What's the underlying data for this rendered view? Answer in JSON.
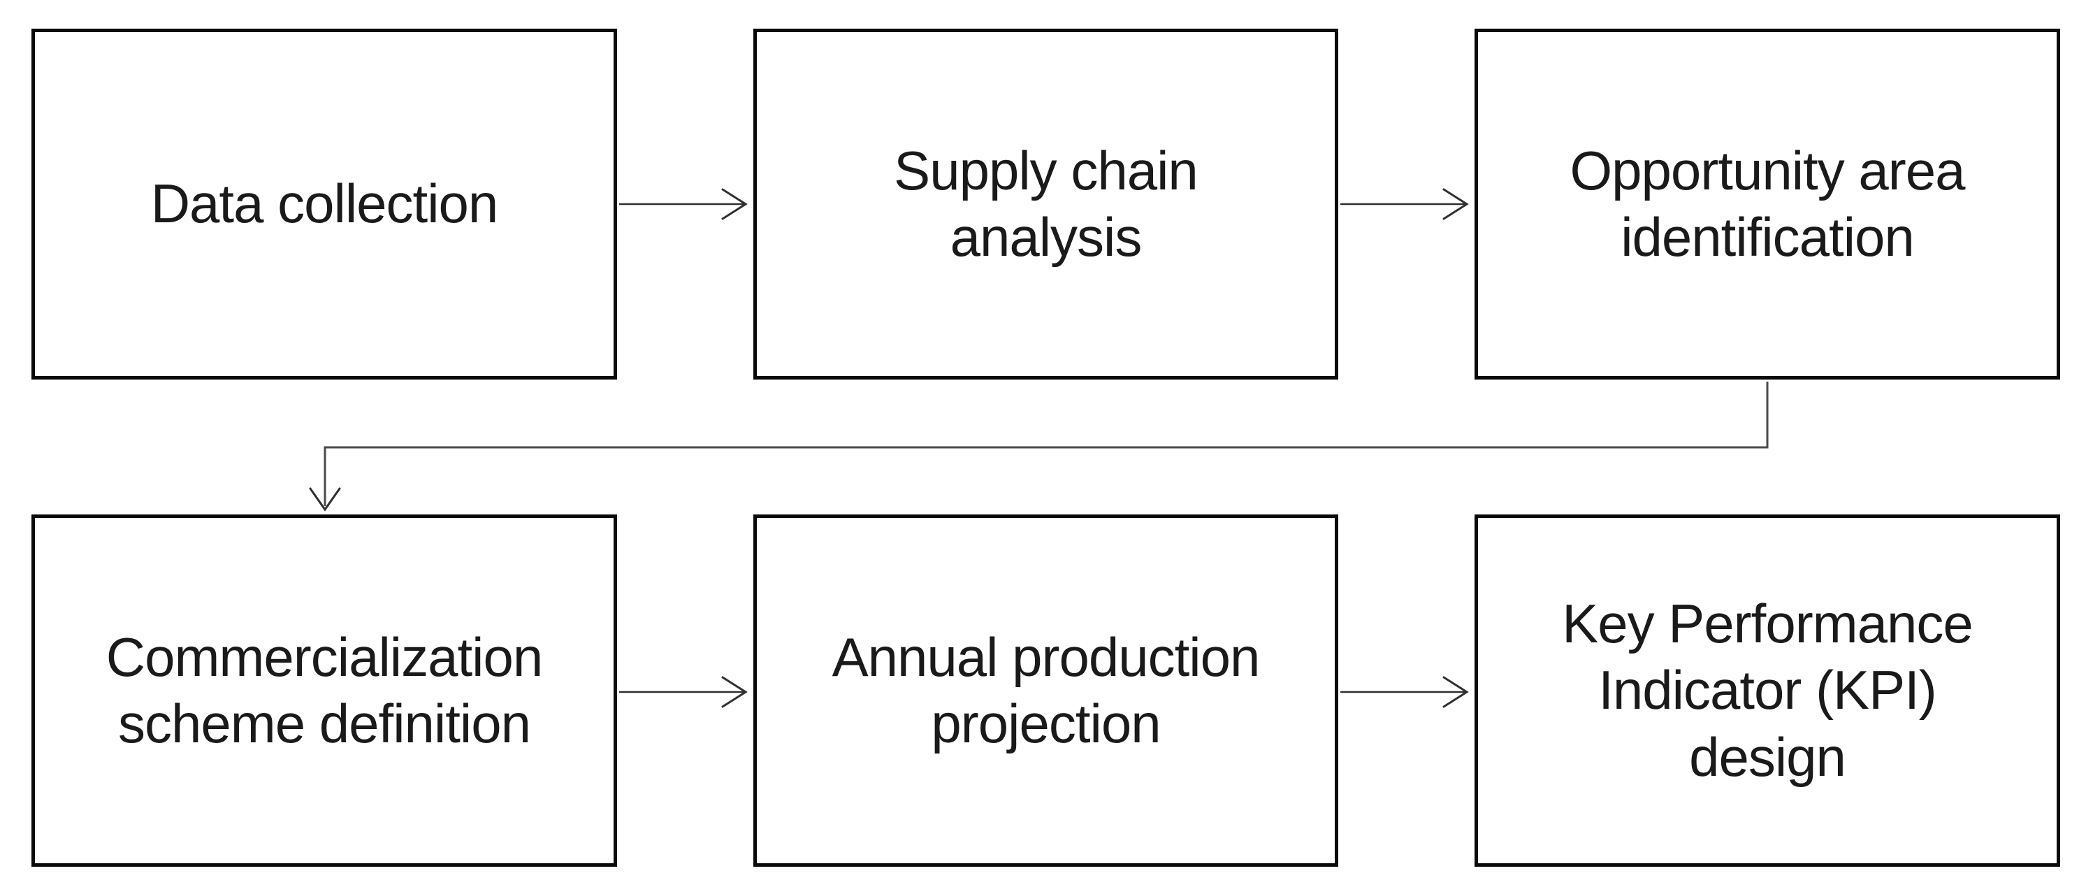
{
  "diagram": {
    "type": "flowchart",
    "background": "#ffffff",
    "colors": {
      "box_border": "#0a0a0a",
      "text": "#1a1a1a",
      "connector": "#4a4a4a",
      "arrow": "#2f2f2f"
    },
    "boxes": [
      {
        "id": "data-collection",
        "label": "Data collection",
        "row": 1,
        "col": 1
      },
      {
        "id": "supply-chain-analysis",
        "label": "Supply chain\nanalysis",
        "row": 1,
        "col": 2
      },
      {
        "id": "opportunity-area-identification",
        "label": "Opportunity area\nidentification",
        "row": 1,
        "col": 3
      },
      {
        "id": "commercialization-scheme-definition",
        "label": "Commercialization\nscheme definition",
        "row": 2,
        "col": 1
      },
      {
        "id": "annual-production-projection",
        "label": "Annual production\nprojection",
        "row": 2,
        "col": 2
      },
      {
        "id": "kpi-design",
        "label": "Key Performance\nIndicator (KPI)\ndesign",
        "row": 2,
        "col": 3
      }
    ],
    "connections": [
      {
        "from": "data-collection",
        "to": "supply-chain-analysis",
        "style": "straight-arrow-right"
      },
      {
        "from": "supply-chain-analysis",
        "to": "opportunity-area-identification",
        "style": "straight-arrow-right"
      },
      {
        "from": "opportunity-area-identification",
        "to": "commercialization-scheme-definition",
        "style": "elbow-down-left-down-arrow"
      },
      {
        "from": "commercialization-scheme-definition",
        "to": "annual-production-projection",
        "style": "straight-arrow-right"
      },
      {
        "from": "annual-production-projection",
        "to": "kpi-design",
        "style": "straight-arrow-right"
      }
    ]
  }
}
